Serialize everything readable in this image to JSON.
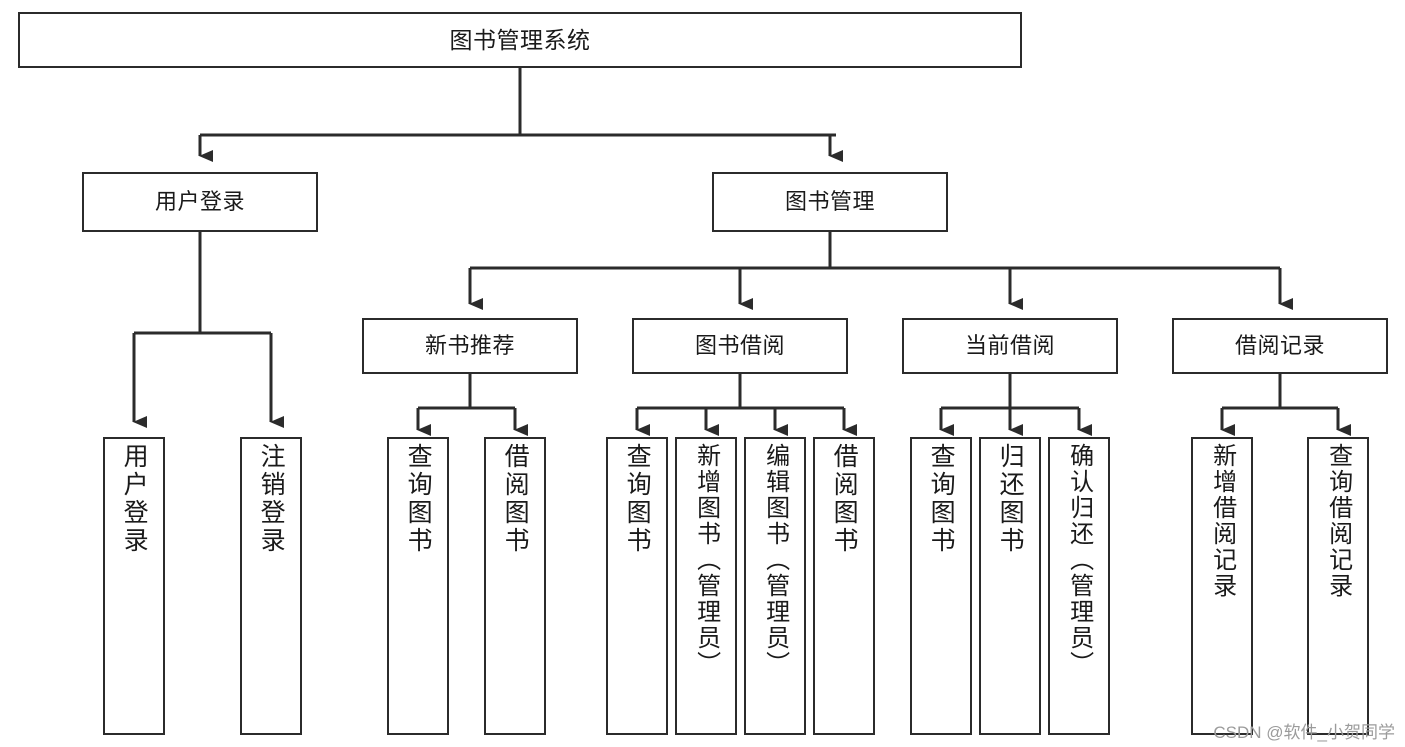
{
  "diagram": {
    "title": "图书管理系统",
    "type": "tree-hierarchy-diagram",
    "colors": {
      "stroke": "#2b2b2b",
      "fill": "#ffffff",
      "text": "#1a1a1a",
      "watermark": "#9b9b9b"
    },
    "levels": {
      "root": {
        "label": "图书管理系统"
      },
      "level2": [
        {
          "id": "user-login",
          "label": "用户登录"
        },
        {
          "id": "book-management",
          "label": "图书管理"
        }
      ],
      "level3": [
        {
          "id": "new-book-recommend",
          "label": "新书推荐"
        },
        {
          "id": "book-borrow",
          "label": "图书借阅"
        },
        {
          "id": "current-borrow",
          "label": "当前借阅"
        },
        {
          "id": "borrow-record",
          "label": "借阅记录"
        }
      ],
      "leaves": [
        {
          "id": "leaf-user-login",
          "label": "用户登录",
          "parent": "user-login"
        },
        {
          "id": "leaf-user-logout",
          "label": "注销登录",
          "parent": "user-login"
        },
        {
          "id": "leaf-query-book-1",
          "label": "查询图书",
          "parent": "new-book-recommend"
        },
        {
          "id": "leaf-borrow-book-1",
          "label": "借阅图书",
          "parent": "new-book-recommend"
        },
        {
          "id": "leaf-query-book-2",
          "label": "查询图书",
          "parent": "book-borrow"
        },
        {
          "id": "leaf-add-book",
          "label": "新增图书（管理员）",
          "parent": "book-borrow"
        },
        {
          "id": "leaf-edit-book",
          "label": "编辑图书（管理员）",
          "parent": "book-borrow"
        },
        {
          "id": "leaf-borrow-book-2",
          "label": "借阅图书",
          "parent": "book-borrow"
        },
        {
          "id": "leaf-query-book-3",
          "label": "查询图书",
          "parent": "current-borrow"
        },
        {
          "id": "leaf-return-book",
          "label": "归还图书",
          "parent": "current-borrow"
        },
        {
          "id": "leaf-confirm-return",
          "label": "确认归还（管理员）",
          "parent": "current-borrow"
        },
        {
          "id": "leaf-add-record",
          "label": "新增借阅记录",
          "parent": "borrow-record"
        },
        {
          "id": "leaf-query-record",
          "label": "查询借阅记录",
          "parent": "borrow-record"
        }
      ]
    },
    "watermark": "CSDN @软件_小贺同学"
  }
}
